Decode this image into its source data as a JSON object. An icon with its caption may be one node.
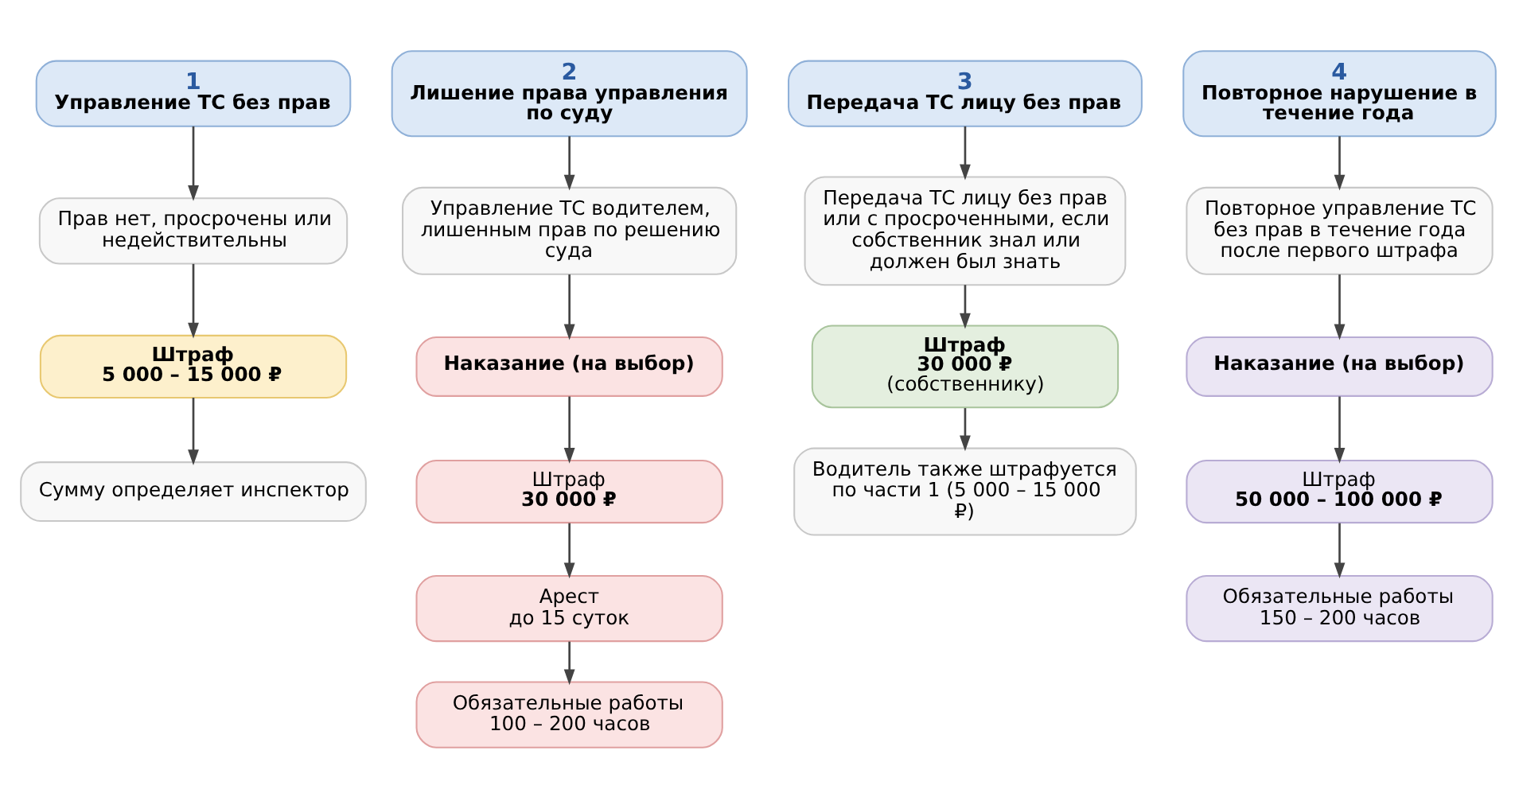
{
  "diagram": {
    "nodes": [
      {
        "text": [
          "1",
          "Управление ТС без прав"
        ]
      },
      {
        "text": [
          "Прав нет, просрочены или недействительны"
        ]
      },
      {
        "text": [
          "Штраф",
          "5 000 – 15 000 ₽"
        ]
      },
      {
        "text": [
          "Сумму определяет инспектор"
        ]
      },
      {
        "text": [
          "2",
          "Лишение права управления по суду"
        ]
      },
      {
        "text": [
          "Управление ТС водителем, лишенным прав по решению суда"
        ]
      },
      {
        "text": [
          "Наказание (на выбор)"
        ]
      },
      {
        "text": [
          "Штраф",
          "30 000 ₽"
        ]
      },
      {
        "text": [
          "Арест",
          "до 15 суток"
        ]
      },
      {
        "text": [
          "Обязательные работы",
          "100 – 200 часов"
        ]
      },
      {
        "text": [
          "3",
          "Передача ТС лицу без прав"
        ]
      },
      {
        "text": [
          "Передача ТС лицу без прав или с просроченными, если собственник знал или должен был знать"
        ]
      },
      {
        "text": [
          "Штраф",
          "30 000 ₽",
          "(собственнику)"
        ]
      },
      {
        "text": [
          "Водитель также штрафуется по части 1 (5 000 – 15 000 ₽)"
        ]
      },
      {
        "text": [
          "4",
          "Повторное нарушение в течение года"
        ]
      },
      {
        "text": [
          "Повторное управление ТС без прав в течение года после первого штрафа"
        ]
      },
      {
        "text": [
          "Наказание (на выбор)"
        ]
      },
      {
        "text": [
          "Штраф",
          "50 000 – 100 000 ₽"
        ]
      },
      {
        "text": [
          "Обязательные работы",
          "150 – 200 часов"
        ]
      }
    ],
    "edges": [
      {
        "from": 0,
        "to": 1,
        "arrow": "to"
      },
      {
        "from": 1,
        "to": 2,
        "arrow": "to"
      },
      {
        "from": 2,
        "to": 3,
        "arrow": "to"
      },
      {
        "from": 4,
        "to": 5,
        "arrow": "to"
      },
      {
        "from": 5,
        "to": 6,
        "arrow": "to"
      },
      {
        "from": 6,
        "to": 7,
        "arrow": "to"
      },
      {
        "from": 7,
        "to": 8,
        "arrow": "to"
      },
      {
        "from": 8,
        "to": 9,
        "arrow": "to"
      },
      {
        "from": 10,
        "to": 11,
        "arrow": "to"
      },
      {
        "from": 11,
        "to": 12,
        "arrow": "to"
      },
      {
        "from": 12,
        "to": 13,
        "arrow": "to"
      },
      {
        "from": 14,
        "to": 15,
        "arrow": "to"
      },
      {
        "from": 15,
        "to": 16,
        "arrow": "to"
      },
      {
        "from": 16,
        "to": 17,
        "arrow": "to"
      },
      {
        "from": 17,
        "to": 18,
        "arrow": "to"
      }
    ]
  }
}
